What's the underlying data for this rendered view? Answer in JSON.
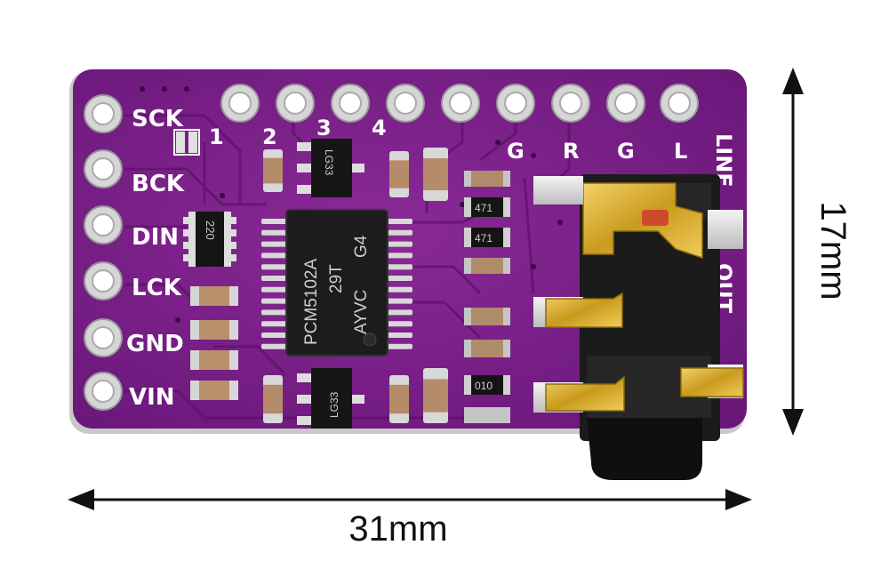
{
  "board": {
    "pin_labels_left": [
      "SCK",
      "BCK",
      "DIN",
      "LCK",
      "GND",
      "VIN"
    ],
    "pin_numbers_top": [
      "1",
      "2",
      "3",
      "4"
    ],
    "pin_labels_top_right": [
      "G",
      "R",
      "G",
      "L"
    ],
    "jack_label_top": "LINE",
    "jack_label_bottom": "OUT",
    "chip_lines": [
      "PCM5102A",
      "29T",
      "AYVC"
    ],
    "chip_suffix": "G4",
    "regulator_label": "LG33",
    "resistor_array_label": "220",
    "resistor_labels": [
      "471",
      "471",
      "010"
    ]
  },
  "dimensions": {
    "width": "31mm",
    "height": "17mm"
  },
  "colors": {
    "pcb": "#7a1f86",
    "pcb_dark": "#5a0f66",
    "silkscreen": "#ffffff",
    "gold": "#d9a520",
    "jack_body": "#1b1b1b"
  }
}
